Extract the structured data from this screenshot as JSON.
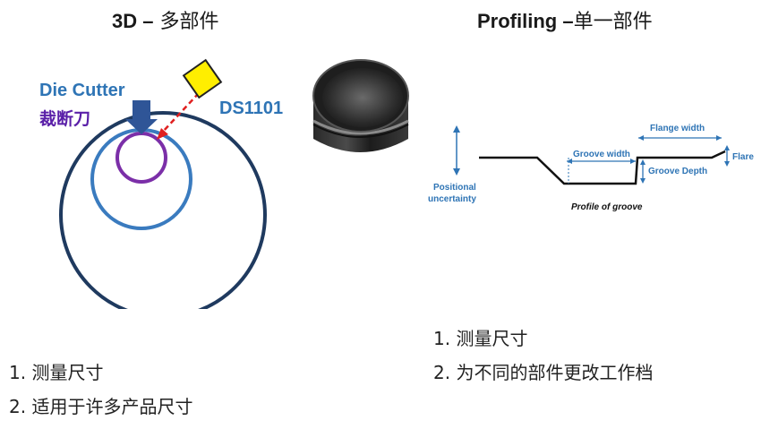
{
  "left": {
    "title_bold": "3D –",
    "title_rest": " 多部件",
    "die_cutter_label": "Die Cutter",
    "die_cutter_cn_label": "裁断刀",
    "sensor_label": "DS1101",
    "points": [
      "1. 测量尺寸",
      "2. 适用于许多产品尺寸"
    ],
    "colors": {
      "outer": "#1f3a5f",
      "middle": "#3a7bbf",
      "inner": "#7b2fa8",
      "sensor": "#ffee00",
      "beam": "#e02020",
      "arrow": "#2f5597"
    }
  },
  "right": {
    "title_bold": "Profiling –",
    "title_rest": "单一部件",
    "profile": {
      "positional_line1": "Positional",
      "positional_line2": "uncertainty",
      "flange_width": "Flange width",
      "groove_width": "Groove width",
      "groove_depth": "Groove Depth",
      "flare": "Flare",
      "caption": "Profile of groove"
    },
    "points": [
      "1. 测量尺寸",
      "2. 为不同的部件更改工作档"
    ]
  }
}
